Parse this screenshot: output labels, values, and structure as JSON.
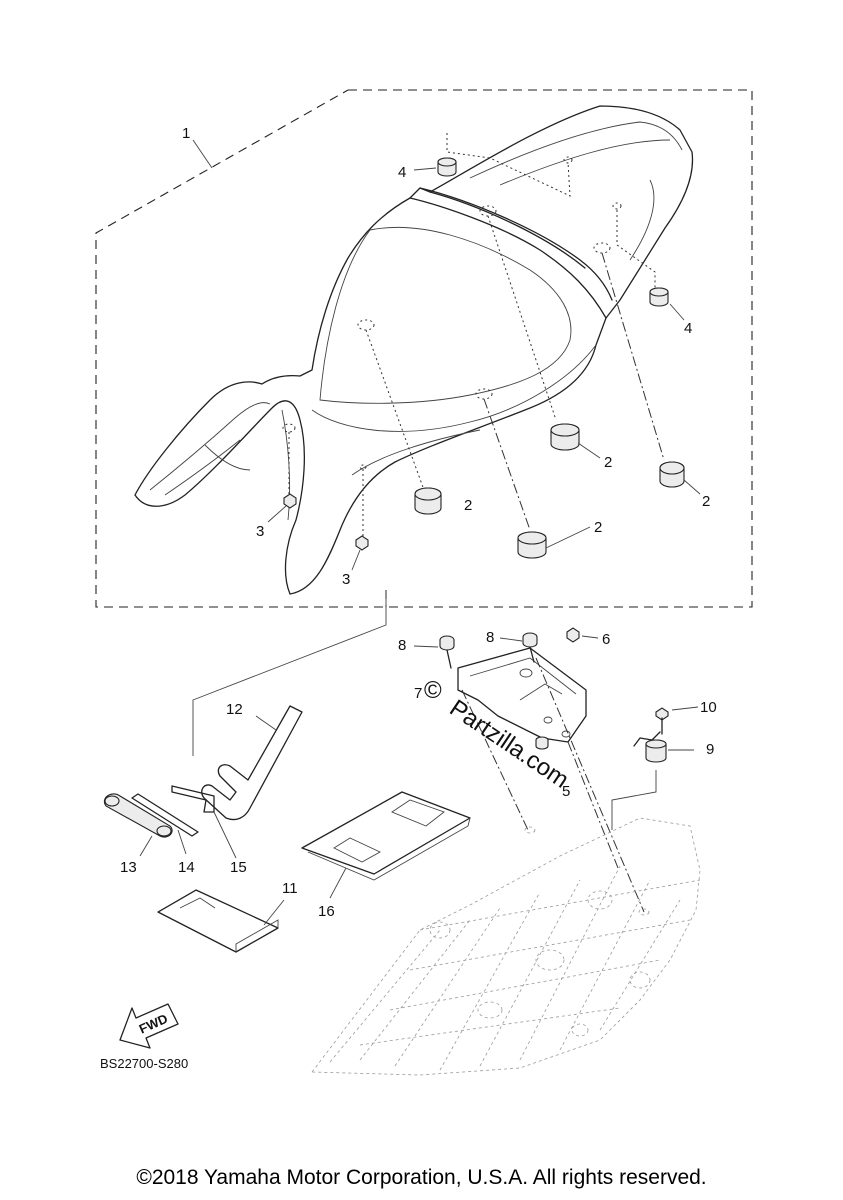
{
  "callouts": [
    "1",
    "2",
    "2",
    "2",
    "2",
    "2",
    "3",
    "3",
    "4",
    "4",
    "5",
    "6",
    "7",
    "8",
    "8",
    "9",
    "10",
    "11",
    "12",
    "13",
    "14",
    "15",
    "16"
  ],
  "fwd_label": "FWD",
  "diagram_code": "BS22700-S280",
  "watermark": "Partzilla.com",
  "watermark_symbol": "©",
  "copyright": "©2018 Yamaha Motor Corporation, U.S.A. All rights reserved."
}
